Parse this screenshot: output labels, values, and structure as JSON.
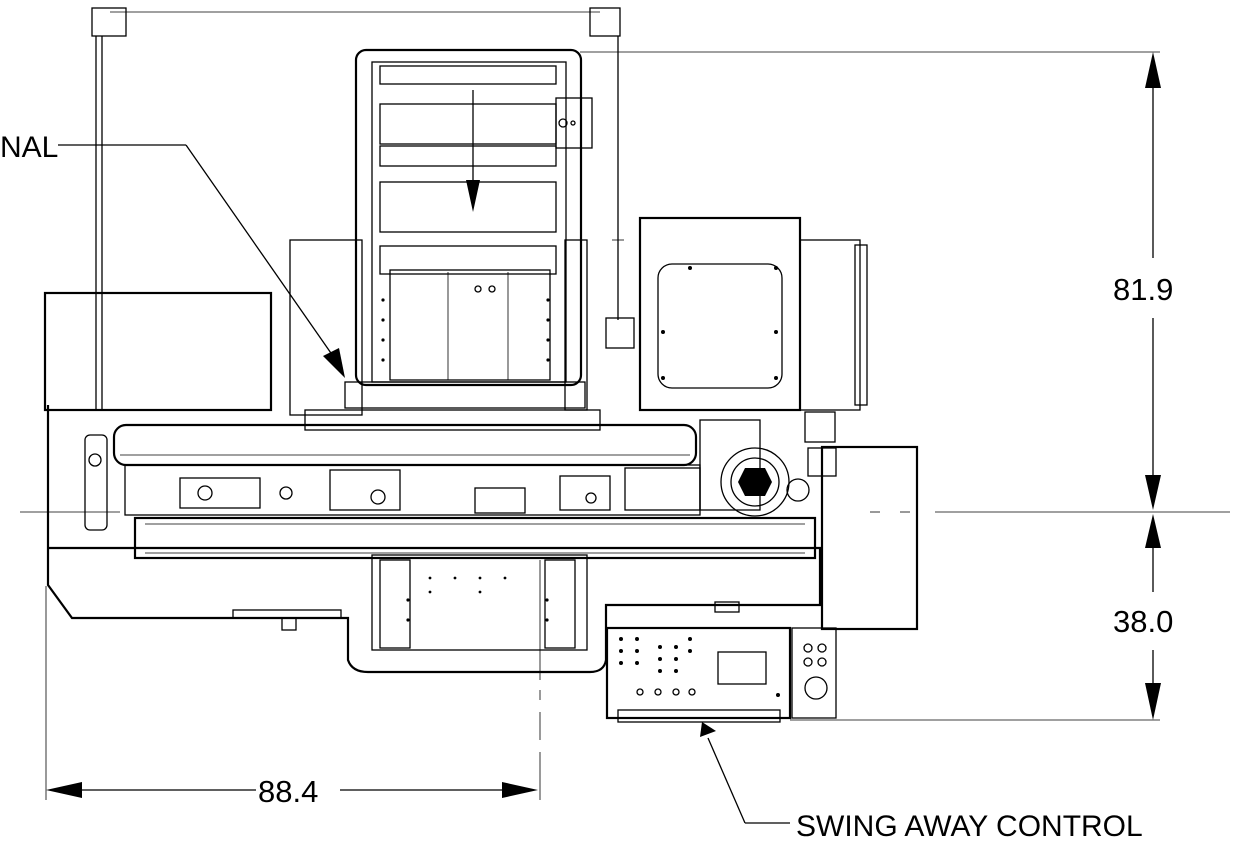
{
  "drawing": {
    "dimensions": {
      "height_upper": "81.9",
      "height_lower": "38.0",
      "width": "88.4"
    },
    "callouts": {
      "top_left": "NAL",
      "bottom_right": "SWING AWAY CONTROL"
    }
  }
}
